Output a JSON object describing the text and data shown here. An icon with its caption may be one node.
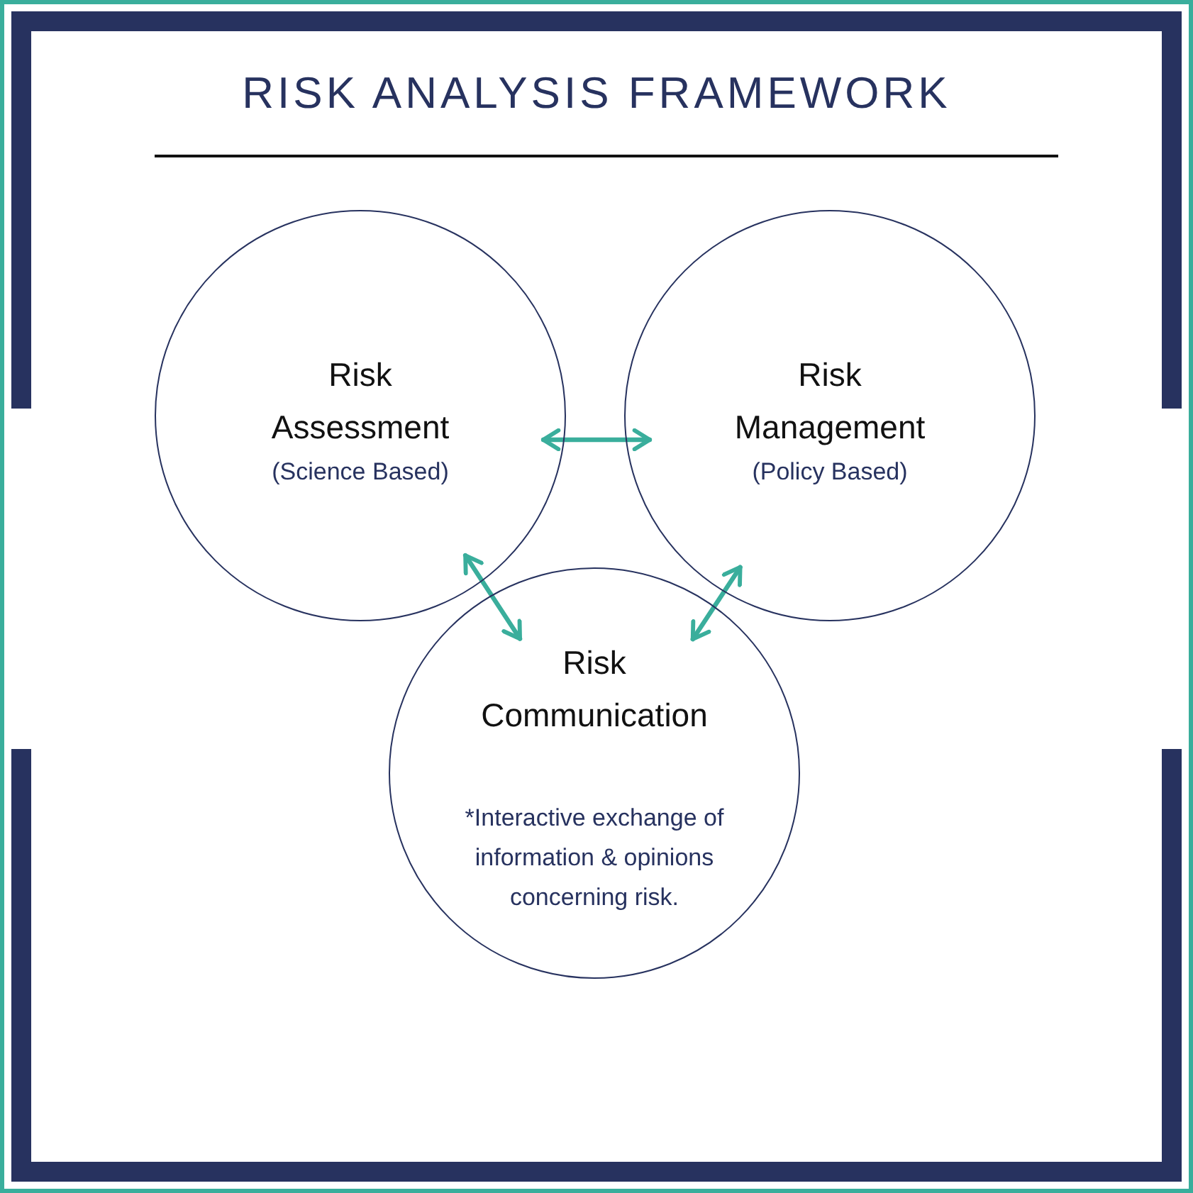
{
  "diagram": {
    "title": "RISK ANALYSIS FRAMEWORK",
    "nodes": [
      {
        "text": [
          "Risk Assessment",
          "(Science Based)"
        ]
      },
      {
        "text": [
          "Risk Management",
          "(Policy Based)"
        ]
      },
      {
        "text": [
          "Risk Communication",
          "*Interactive exchange of information & opinions concerning risk."
        ]
      }
    ],
    "edges": [
      {
        "from": 0,
        "to": 1,
        "arrow": "both"
      },
      {
        "from": 0,
        "to": 2,
        "arrow": "both"
      },
      {
        "from": 1,
        "to": 2,
        "arrow": "both"
      }
    ]
  }
}
